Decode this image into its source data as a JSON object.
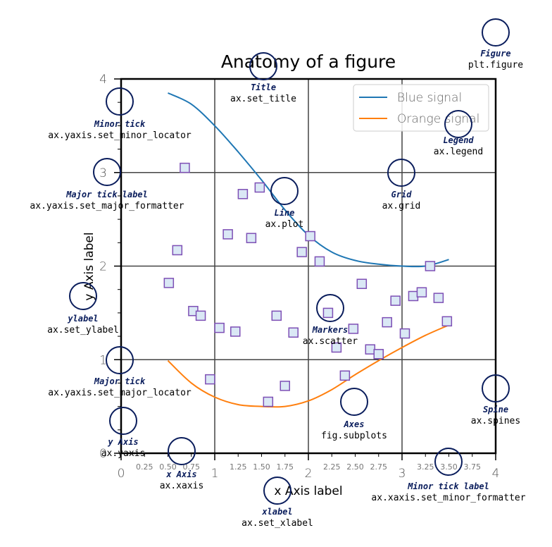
{
  "chart_data": {
    "type": "line",
    "title": "Anatomy of a figure",
    "xlabel": "x Axis label",
    "ylabel": "y Axis label",
    "xlim": [
      0,
      4
    ],
    "ylim": [
      0,
      4
    ],
    "grid": true,
    "legend_position": "top-right",
    "major_ticks": {
      "x": [
        "0",
        "1",
        "2",
        "3",
        "4"
      ],
      "y": [
        "0",
        "1",
        "2",
        "3",
        "4"
      ]
    },
    "minor_ticks": {
      "x": [
        "0.25",
        "0.50",
        "0.75",
        "1.25",
        "1.50",
        "1.75",
        "2.25",
        "2.50",
        "2.75",
        "3.25",
        "3.50",
        "3.75"
      ],
      "y": [
        0.25,
        0.5,
        0.75,
        1.25,
        1.5,
        1.75,
        2.25,
        2.5,
        2.75,
        3.25,
        3.5,
        3.75
      ]
    },
    "series": [
      {
        "name": "Blue signal",
        "color": "#1f77b4",
        "x": [
          0.5,
          0.75,
          1.0,
          1.25,
          1.5,
          1.75,
          2.0,
          2.25,
          2.5,
          2.75,
          3.0,
          3.25,
          3.5
        ],
        "y": [
          3.85,
          3.73,
          3.5,
          3.22,
          2.92,
          2.6,
          2.33,
          2.15,
          2.06,
          2.02,
          2.0,
          2.0,
          2.07
        ]
      },
      {
        "name": "Orange signal",
        "color": "#ff7f0e",
        "x": [
          0.5,
          0.75,
          1.0,
          1.25,
          1.5,
          1.75,
          2.0,
          2.25,
          2.5,
          2.75,
          3.0,
          3.25,
          3.5
        ],
        "y": [
          0.99,
          0.75,
          0.6,
          0.52,
          0.5,
          0.5,
          0.56,
          0.68,
          0.84,
          0.99,
          1.13,
          1.26,
          1.37
        ]
      },
      {
        "name": "",
        "type": "scatter",
        "color": "#dae8f5",
        "edge_color": "#7d4fb5",
        "x": [
          0.68,
          0.6,
          0.51,
          0.77,
          0.95,
          0.85,
          1.05,
          1.14,
          1.22,
          1.3,
          1.39,
          1.48,
          1.57,
          1.66,
          1.75,
          1.84,
          1.93,
          2.02,
          2.12,
          2.21,
          2.3,
          2.39,
          2.48,
          2.57,
          2.66,
          2.75,
          2.84,
          2.93,
          3.03,
          3.12,
          3.21,
          3.3,
          3.39,
          3.48
        ],
        "y": [
          3.05,
          2.17,
          1.82,
          1.52,
          0.79,
          1.47,
          1.34,
          2.34,
          1.3,
          2.77,
          2.3,
          2.84,
          0.55,
          1.47,
          0.72,
          1.29,
          2.15,
          2.32,
          2.05,
          1.5,
          1.13,
          0.83,
          1.33,
          1.81,
          1.11,
          1.06,
          1.4,
          1.63,
          1.28,
          1.68,
          1.72,
          2.0,
          1.66,
          1.41
        ]
      }
    ]
  },
  "annotations": [
    {
      "name": "Figure",
      "code": "plt.figure"
    },
    {
      "name": "Title",
      "code": "ax.set_title"
    },
    {
      "name": "Minor tick",
      "code": "ax.yaxis.set_minor_locator"
    },
    {
      "name": "Legend",
      "code": "ax.legend"
    },
    {
      "name": "Major tick label",
      "code": "ax.yaxis.set_major_formatter"
    },
    {
      "name": "Grid",
      "code": "ax.grid"
    },
    {
      "name": "Line",
      "code": "ax.plot"
    },
    {
      "name": "ylabel",
      "code": "ax.set_ylabel"
    },
    {
      "name": "Markers",
      "code": "ax.scatter"
    },
    {
      "name": "Major tick",
      "code": "ax.yaxis.set_major_locator"
    },
    {
      "name": "Spine",
      "code": "ax.spines"
    },
    {
      "name": "Axes",
      "code": "fig.subplots"
    },
    {
      "name": "y Axis",
      "code": "ax.yaxis"
    },
    {
      "name": "x Axis",
      "code": "ax.xaxis"
    },
    {
      "name": "Minor tick label",
      "code": "ax.xaxis.set_minor_formatter"
    },
    {
      "name": "xlabel",
      "code": "ax.set_xlabel"
    }
  ]
}
